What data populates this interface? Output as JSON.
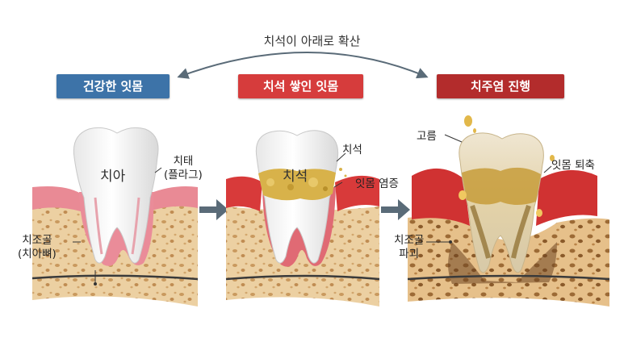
{
  "header": {
    "spread_label": "치석이 아래로 확산"
  },
  "stages": [
    {
      "title": "건강한 잇몸",
      "color": "#3d73a8"
    },
    {
      "title": "치석 쌓인 잇몸",
      "color": "#d63c3c"
    },
    {
      "title": "치주염 진행",
      "color": "#b32c2c"
    }
  ],
  "labels": {
    "tooth": "치아",
    "plaque_line1": "치태",
    "plaque_line2": "(플라그)",
    "alveolar_line1": "치조골",
    "alveolar_line2": "(치아뼈)",
    "tartar_on_tooth": "치석",
    "tartar": "치석",
    "gum_inflammation": "잇몸 염증",
    "pus": "고름",
    "gum_recession": "잇몸 퇴축",
    "bone_destruction_line1": "치조골",
    "bone_destruction_line2": "파괴"
  },
  "colors": {
    "arrow": "#5a6b78",
    "gum_healthy": "#e98a95",
    "gum_inflamed": "#d83a3a",
    "bone": "#e8c99a",
    "tartar": "#d8b24a"
  }
}
